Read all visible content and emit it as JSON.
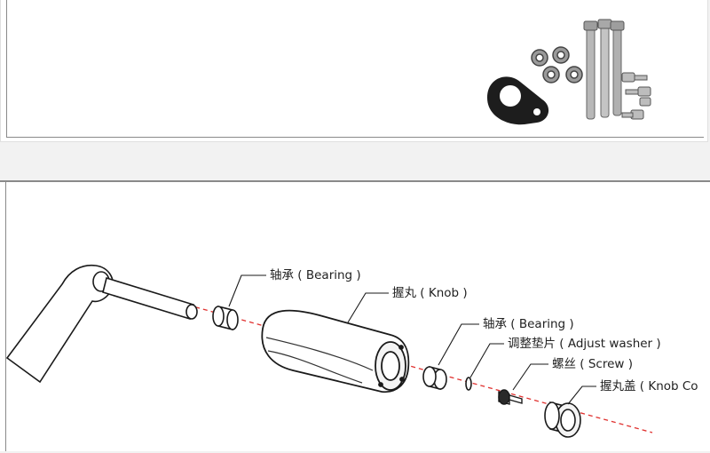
{
  "labels": {
    "bearing_top": "轴承 ( Bearing )",
    "knob": "握丸 ( Knob )",
    "bearing_right": "轴承 ( Bearing )",
    "adjust_washer": "调整垫片 ( Adjust washer )",
    "screw": "螺丝 ( Screw )",
    "knob_cap": "握丸盖 ( Knob Co"
  },
  "colors": {
    "axis_line": "#e0312f",
    "outline": "#1a1a1a",
    "divider": "#8a8a8a"
  }
}
